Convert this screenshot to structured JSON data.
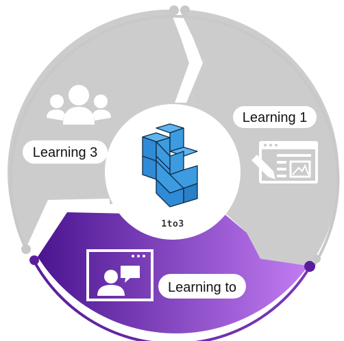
{
  "diagram": {
    "center": {
      "label": "1to3",
      "icon": "isometric-stairs-cube-icon"
    },
    "segments": [
      {
        "label": "Learning 1",
        "icon": "webpage-edit-icon"
      },
      {
        "label": "Learning to",
        "icon": "video-presentation-icon"
      },
      {
        "label": "Learning 3",
        "icon": "people-group-icon"
      }
    ],
    "colors": {
      "segment_gray": "#cccccc",
      "segment_icon_gray": "#ffffff",
      "purple_start": "#4a1590",
      "purple_end": "#c27cf2",
      "ring_gray": "#c8c8c8",
      "ring_purple": "#6a2aa6",
      "cube_blue": "#3d9be0",
      "cube_stroke": "#0d2a45"
    }
  }
}
